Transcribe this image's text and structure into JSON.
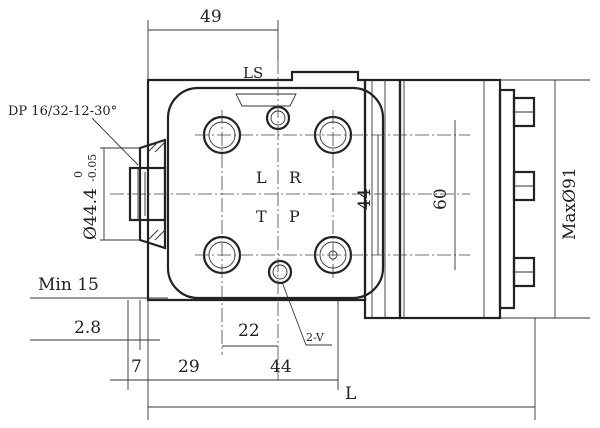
{
  "title": "Hydraulic steering unit dimension drawing",
  "dimensions": {
    "top_width": "49",
    "ls_port": "LS",
    "spline": "DP 16/32-12-30°",
    "pilot_dia": "Ø44.4",
    "pilot_tol_upper": "0",
    "pilot_tol_lower": "-0.05",
    "min_15": "Min 15",
    "d_2_8": "2.8",
    "d_7": "7",
    "d_29": "29",
    "d_22": "22",
    "d_44_bottom": "44",
    "d_44_vertical": "44",
    "d_60": "60",
    "length": "L",
    "max_dia": "MaxØ91",
    "thread_note": "2-V"
  },
  "ports": {
    "L": "L",
    "R": "R",
    "T": "T",
    "P": "P"
  }
}
